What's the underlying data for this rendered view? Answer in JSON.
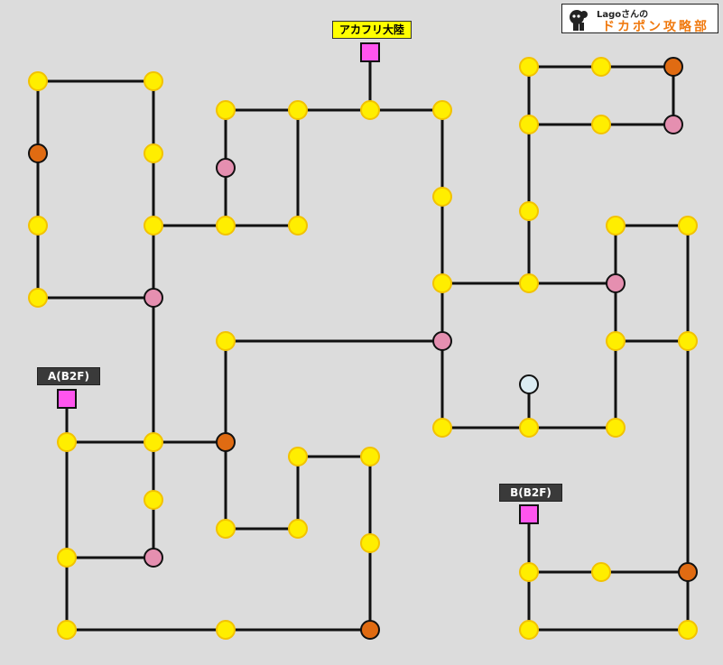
{
  "colors": {
    "background": "#dcdcdc",
    "line": "#111111",
    "node_yellow": "#ffee00",
    "node_yellow_stroke": "#f2c200",
    "node_orange": "#e06b12",
    "node_pink": "#e58fb0",
    "node_lightblue": "#dcecf2",
    "square": "#ff55ee",
    "label_yellow": "#ffff00",
    "label_dark": "#3a3a3a",
    "logo_orange": "#f07a10"
  },
  "labels": {
    "acaphri": "アカフリ大陸",
    "a_b2f": "A(B2F)",
    "b_b2f": "B(B2F)"
  },
  "logo": {
    "line1": "Lagoさんの",
    "line2": "ドカポン攻略部",
    "icon": "monkey-face-icon"
  }
}
